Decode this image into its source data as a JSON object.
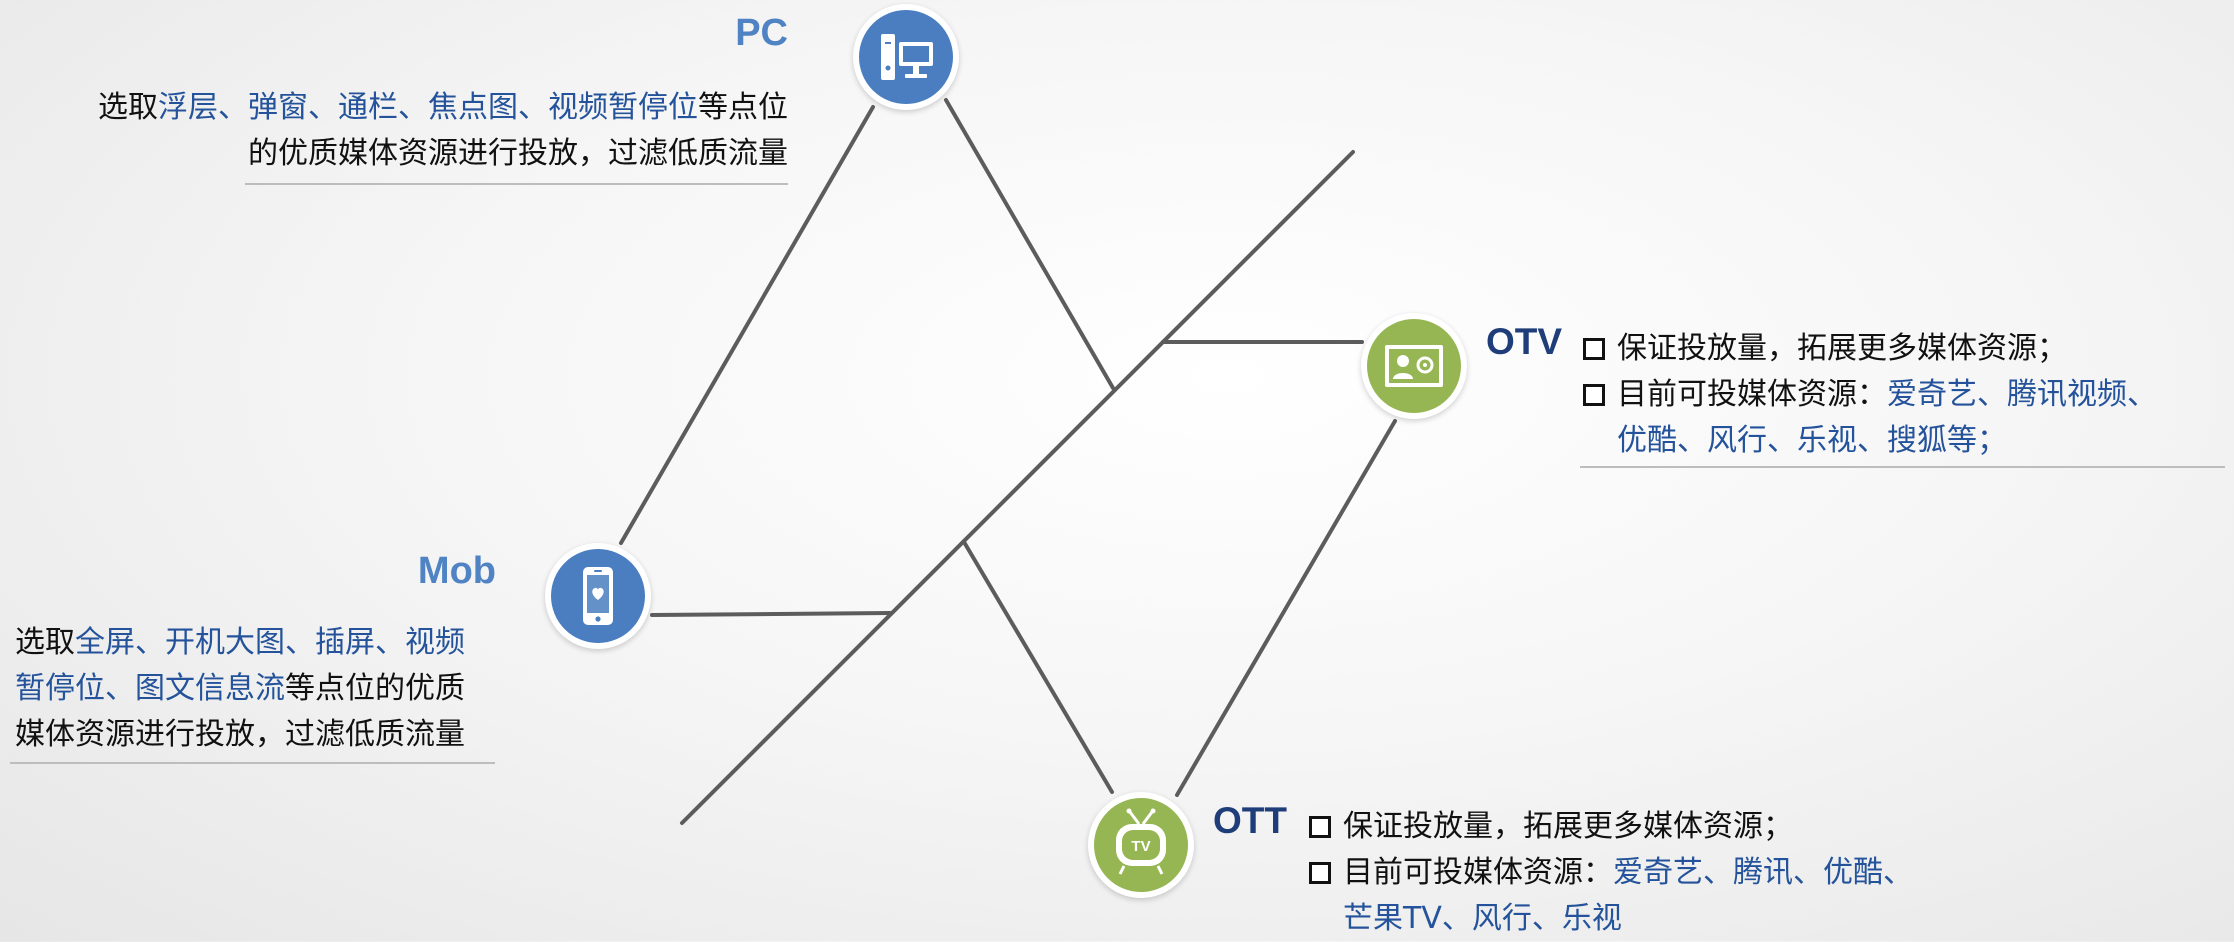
{
  "pc": {
    "title": "PC",
    "line1": [
      "选取",
      "浮层、弹窗、通栏、焦点图、视频暂停位",
      "等点位"
    ],
    "line2": "的优质媒体资源进行投放，过滤低质流量"
  },
  "mob": {
    "title": "Mob",
    "line1": [
      "选取",
      "全屏、开机大图、插屏、视频"
    ],
    "line2": [
      "暂停位、图文信息流",
      "等点位的优质"
    ],
    "line3": "媒体资源进行投放，过滤低质流量"
  },
  "otv": {
    "title": "OTV",
    "bullet1": "保证投放量，拓展更多媒体资源；",
    "bullet2_prefix": "目前可投媒体资源：",
    "bullet2_highlight": "爱奇艺、腾讯视频、",
    "bullet2_cont": "优酷、风行、乐视、搜狐等；"
  },
  "ott": {
    "title": "OTT",
    "bullet1": "保证投放量，拓展更多媒体资源；",
    "bullet2_prefix": "目前可投媒体资源：",
    "bullet2_highlight": "爱奇艺、腾讯、优酷、",
    "bullet2_cont": "芒果TV、风行、乐视",
    "icon_label": "TV"
  },
  "icons": {
    "pc": "desktop-computer-icon",
    "mob": "smartphone-heart-icon",
    "otv": "video-screen-icon",
    "ott": "retro-tv-icon"
  },
  "colors": {
    "blue_node": "#4a7ec0",
    "green_node": "#96b653",
    "highlight_text": "#24539b",
    "line": "#5a5a5a"
  }
}
